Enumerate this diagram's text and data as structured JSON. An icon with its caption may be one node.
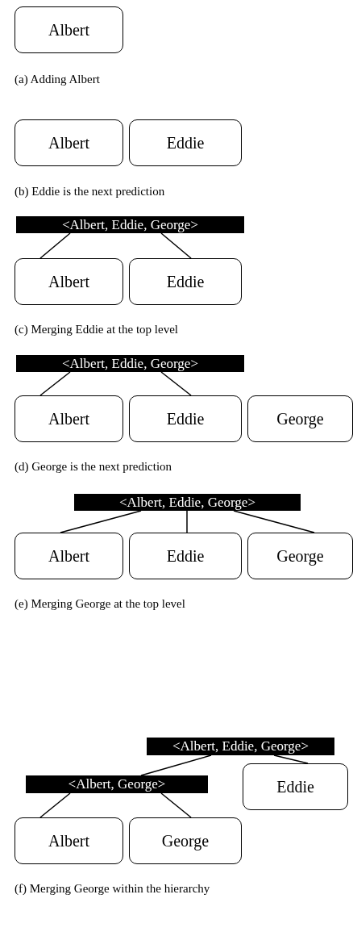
{
  "diagram": {
    "nodes": [
      {
        "text": [
          "Albert"
        ]
      },
      {
        "text": [
          "Albert"
        ]
      },
      {
        "text": [
          "Eddie"
        ]
      },
      {
        "text": [
          "<Albert, Eddie, George>"
        ]
      },
      {
        "text": [
          "Albert"
        ]
      },
      {
        "text": [
          "Eddie"
        ]
      },
      {
        "text": [
          "<Albert, Eddie, George>"
        ]
      },
      {
        "text": [
          "Albert"
        ]
      },
      {
        "text": [
          "Eddie"
        ]
      },
      {
        "text": [
          "George"
        ]
      },
      {
        "text": [
          "<Albert, Eddie, George>"
        ]
      },
      {
        "text": [
          "Albert"
        ]
      },
      {
        "text": [
          "Eddie"
        ]
      },
      {
        "text": [
          "George"
        ]
      },
      {
        "text": [
          "<Albert, Eddie, George>"
        ]
      },
      {
        "text": [
          "<Albert, George>"
        ]
      },
      {
        "text": [
          "Eddie"
        ]
      },
      {
        "text": [
          "Albert"
        ]
      },
      {
        "text": [
          "George"
        ]
      }
    ],
    "edges": [
      {
        "from": 3,
        "to": 4,
        "arrow": "none"
      },
      {
        "from": 3,
        "to": 5,
        "arrow": "none"
      },
      {
        "from": 6,
        "to": 7,
        "arrow": "none"
      },
      {
        "from": 6,
        "to": 8,
        "arrow": "none"
      },
      {
        "from": 10,
        "to": 11,
        "arrow": "none"
      },
      {
        "from": 10,
        "to": 12,
        "arrow": "none"
      },
      {
        "from": 10,
        "to": 13,
        "arrow": "none"
      },
      {
        "from": 14,
        "to": 15,
        "arrow": "none"
      },
      {
        "from": 14,
        "to": 16,
        "arrow": "none"
      },
      {
        "from": 15,
        "to": 17,
        "arrow": "none"
      },
      {
        "from": 15,
        "to": 18,
        "arrow": "none"
      }
    ],
    "labels": [
      "(a) Adding Albert",
      "(b) Eddie is the next prediction",
      "(c) Merging Eddie at the top level",
      "(d) George is the next prediction",
      "(e) Merging George at the top level",
      "(f) Merging George within the hierarchy"
    ]
  }
}
